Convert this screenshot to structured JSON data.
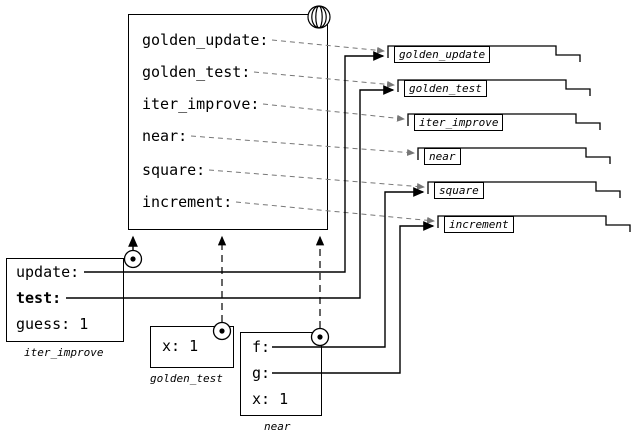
{
  "global_frame": {
    "bindings": [
      "golden_update:",
      "golden_test:",
      "iter_improve:",
      "near:",
      "square:",
      "increment:"
    ]
  },
  "functions": [
    "golden_update",
    "golden_test",
    "iter_improve",
    "near",
    "square",
    "increment"
  ],
  "frames": {
    "iter_improve": {
      "label": "iter_improve",
      "bindings": [
        "update:",
        "test:",
        "guess: 1"
      ]
    },
    "golden_test": {
      "label": "golden_test",
      "bindings": [
        "x: 1"
      ]
    },
    "near": {
      "label": "near",
      "bindings": [
        "f:",
        "g:",
        "x: 1"
      ]
    }
  },
  "colors": {
    "line": "#000000",
    "reference_line": "#777777",
    "background": "#ffffff"
  }
}
